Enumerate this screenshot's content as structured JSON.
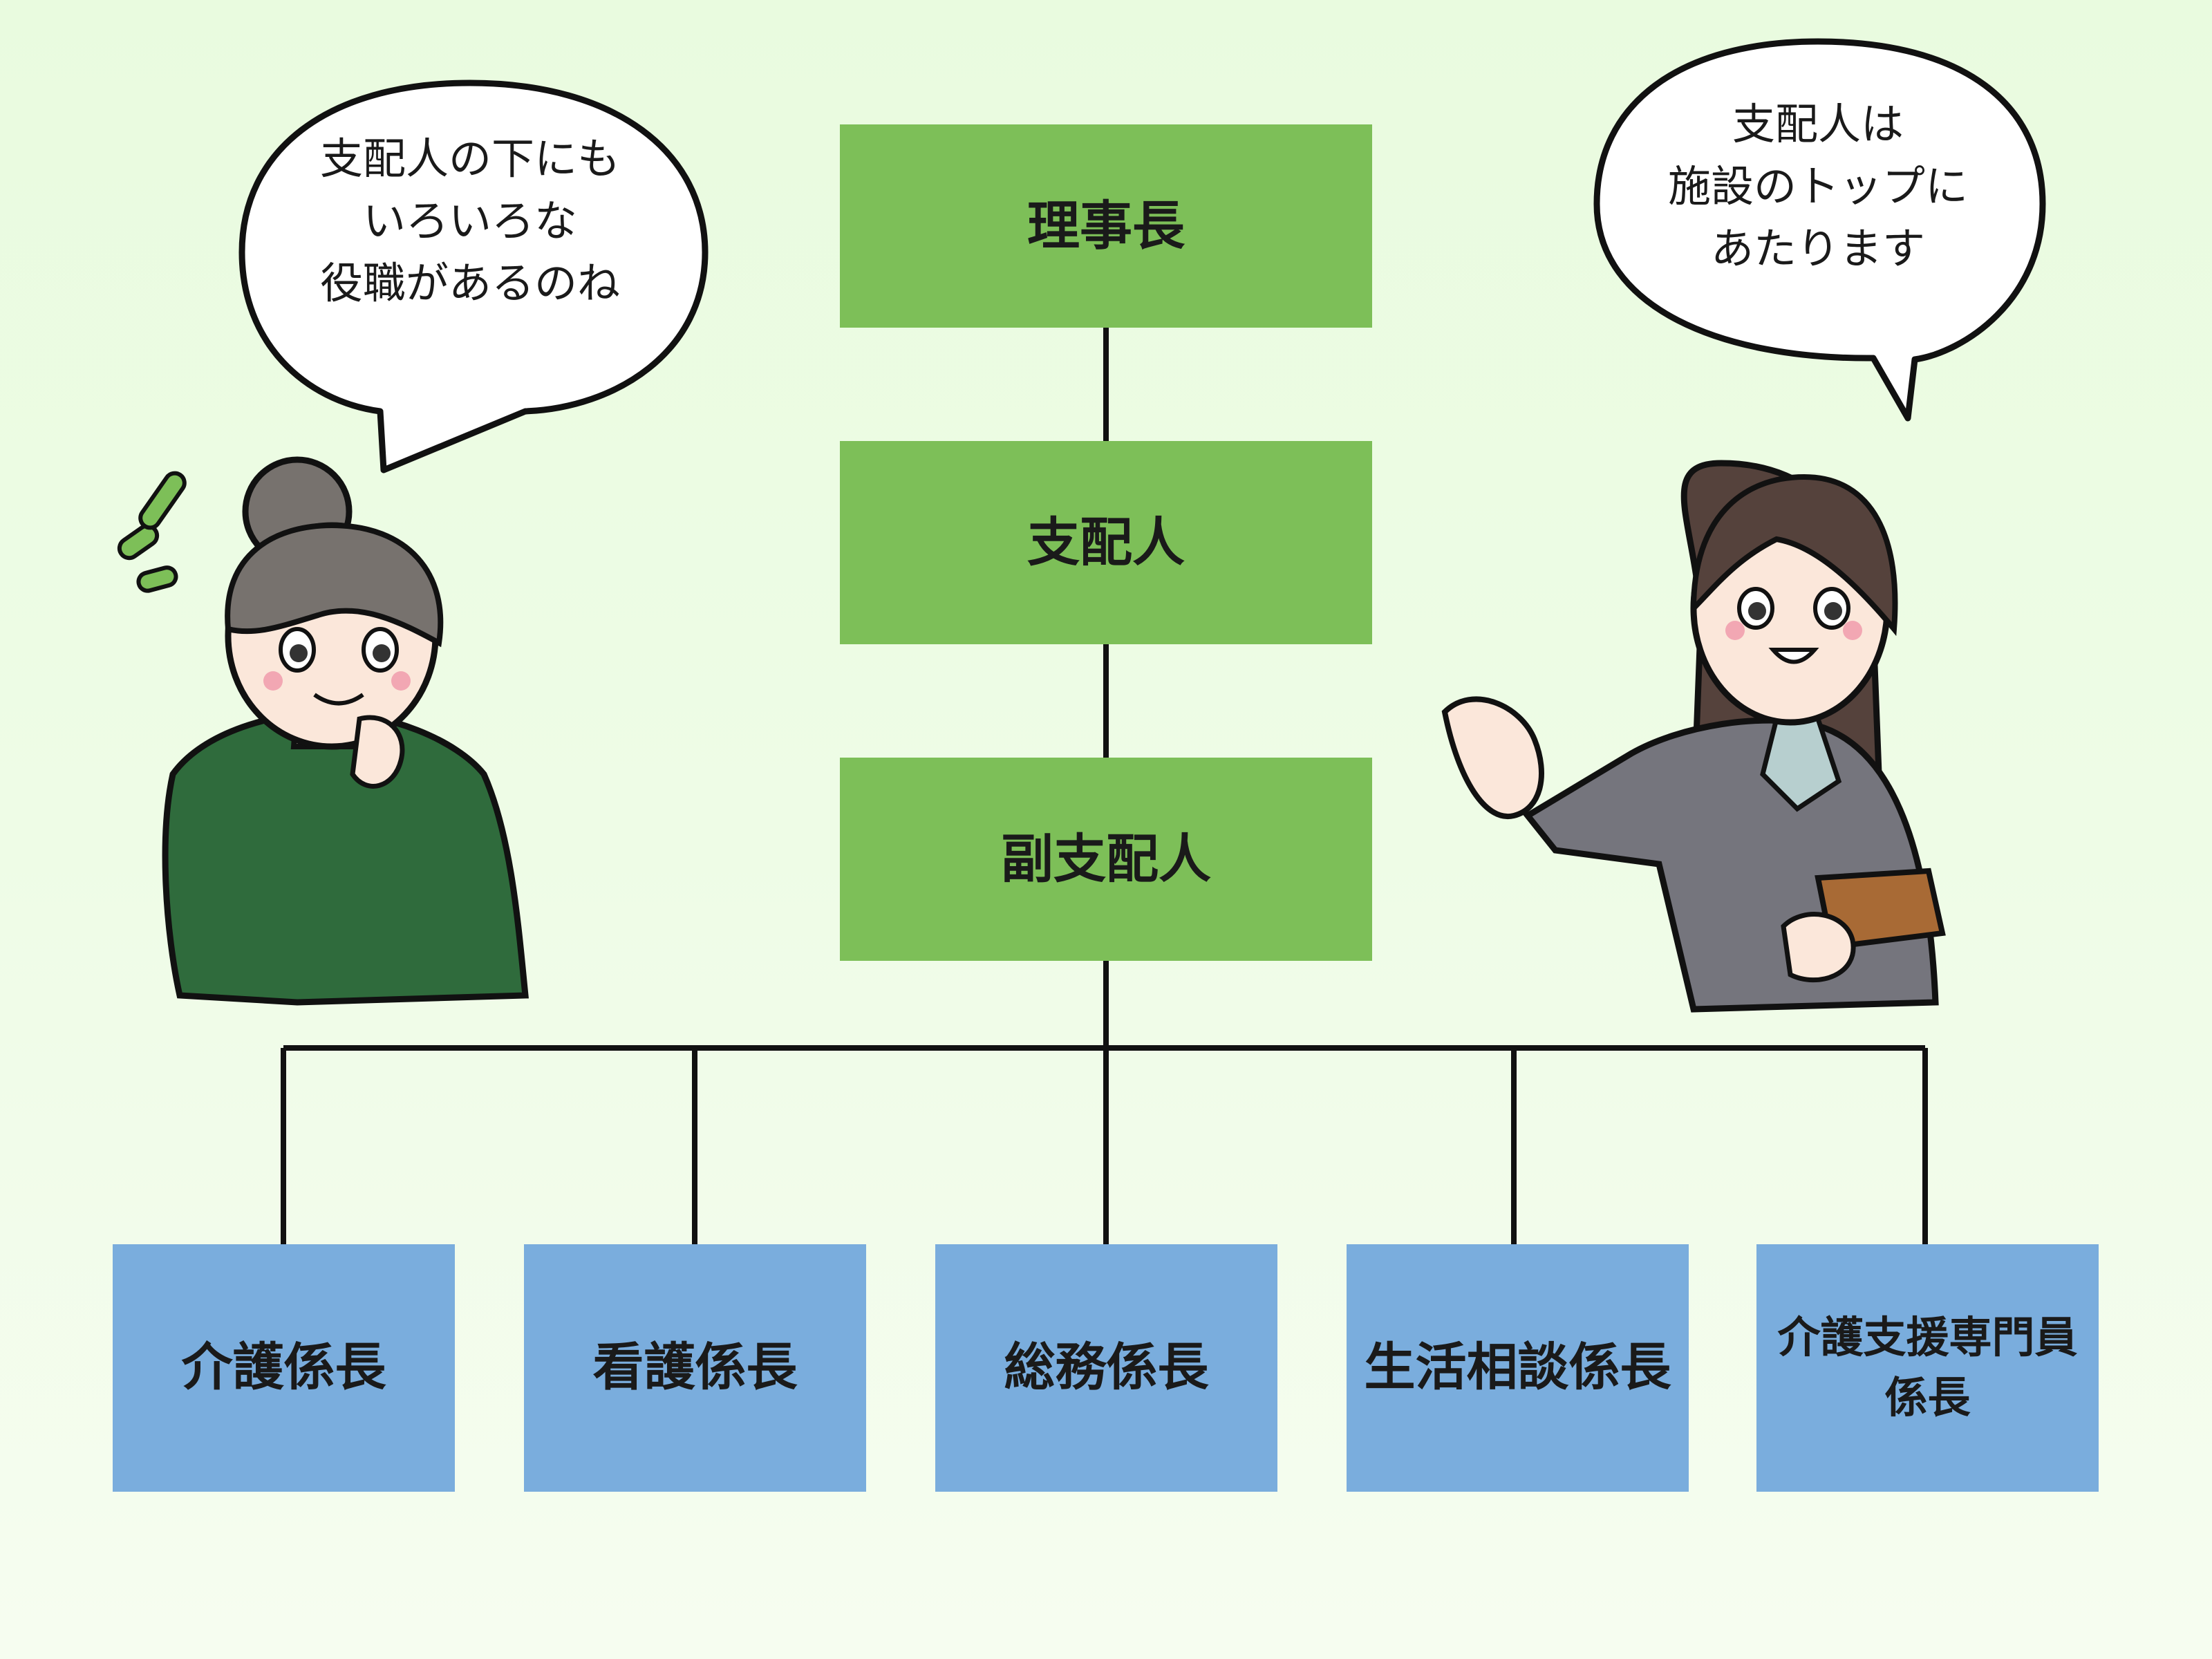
{
  "org_chart": {
    "top": {
      "label": "理事長"
    },
    "manager": {
      "label": "支配人"
    },
    "deputy": {
      "label": "副支配人"
    },
    "sections": [
      {
        "label": "介護係長"
      },
      {
        "label": "看護係長"
      },
      {
        "label": "総務係長"
      },
      {
        "label": "生活相談係長"
      },
      {
        "label": "介護支援専門員\n係長"
      }
    ]
  },
  "bubbles": {
    "left": {
      "text": "支配人の下にも\nいろいろな\n役職があるのね"
    },
    "right": {
      "text": "支配人は\n施設のトップに\nあたります"
    }
  },
  "colors": {
    "top_boxes": "#7dbf58",
    "section_boxes": "#7aaddd",
    "connector": "#111111",
    "background": "#eefce6"
  }
}
